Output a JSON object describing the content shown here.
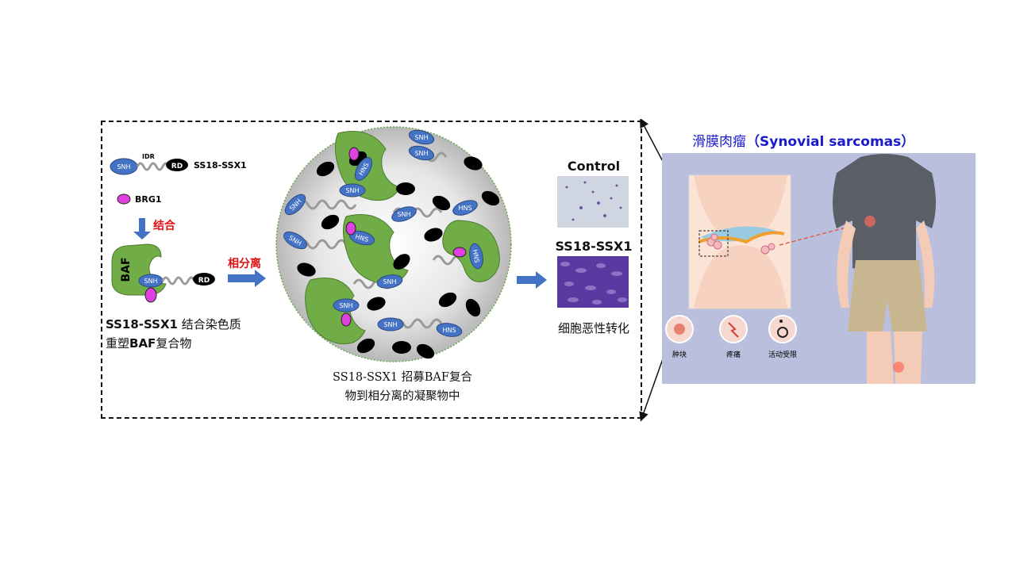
{
  "left": {
    "idr_label": "IDR",
    "snh_label": "SNH",
    "rd_label": "RD",
    "fusion_label": "SS18-SSX1",
    "brg1_label": "BRG1",
    "bind_label": "结合",
    "baf_label": "BAF",
    "caption_line1_bold": "SS18-SSX1",
    "caption_line1_rest": " 结合染色质",
    "caption_line2_pre": "重塑",
    "caption_line2_bold": "BAF",
    "caption_line2_post": "复合物"
  },
  "middle": {
    "phase_label": "相分离",
    "snh_label": "SNH",
    "hns_label": "HNS",
    "caption_line1": "SS18-SSX1 招募BAF复合",
    "caption_line2": "物到相分离的凝聚物中"
  },
  "right": {
    "control_label": "Control",
    "ssx_label": "SS18-SSX1",
    "transform_label": "细胞恶性转化"
  },
  "panel": {
    "title_cn": "滑膜肉瘤",
    "title_en": "（Synovial sarcomas）",
    "symptoms": [
      "肿块",
      "疼痛",
      "活动受限"
    ]
  },
  "colors": {
    "protein_blue": "#4472c4",
    "baf_green": "#70ad47",
    "brg1_magenta": "#e040e0",
    "arrow_blue": "#4472c4",
    "text_red": "#e01010",
    "title_blue": "#1a1acc"
  }
}
